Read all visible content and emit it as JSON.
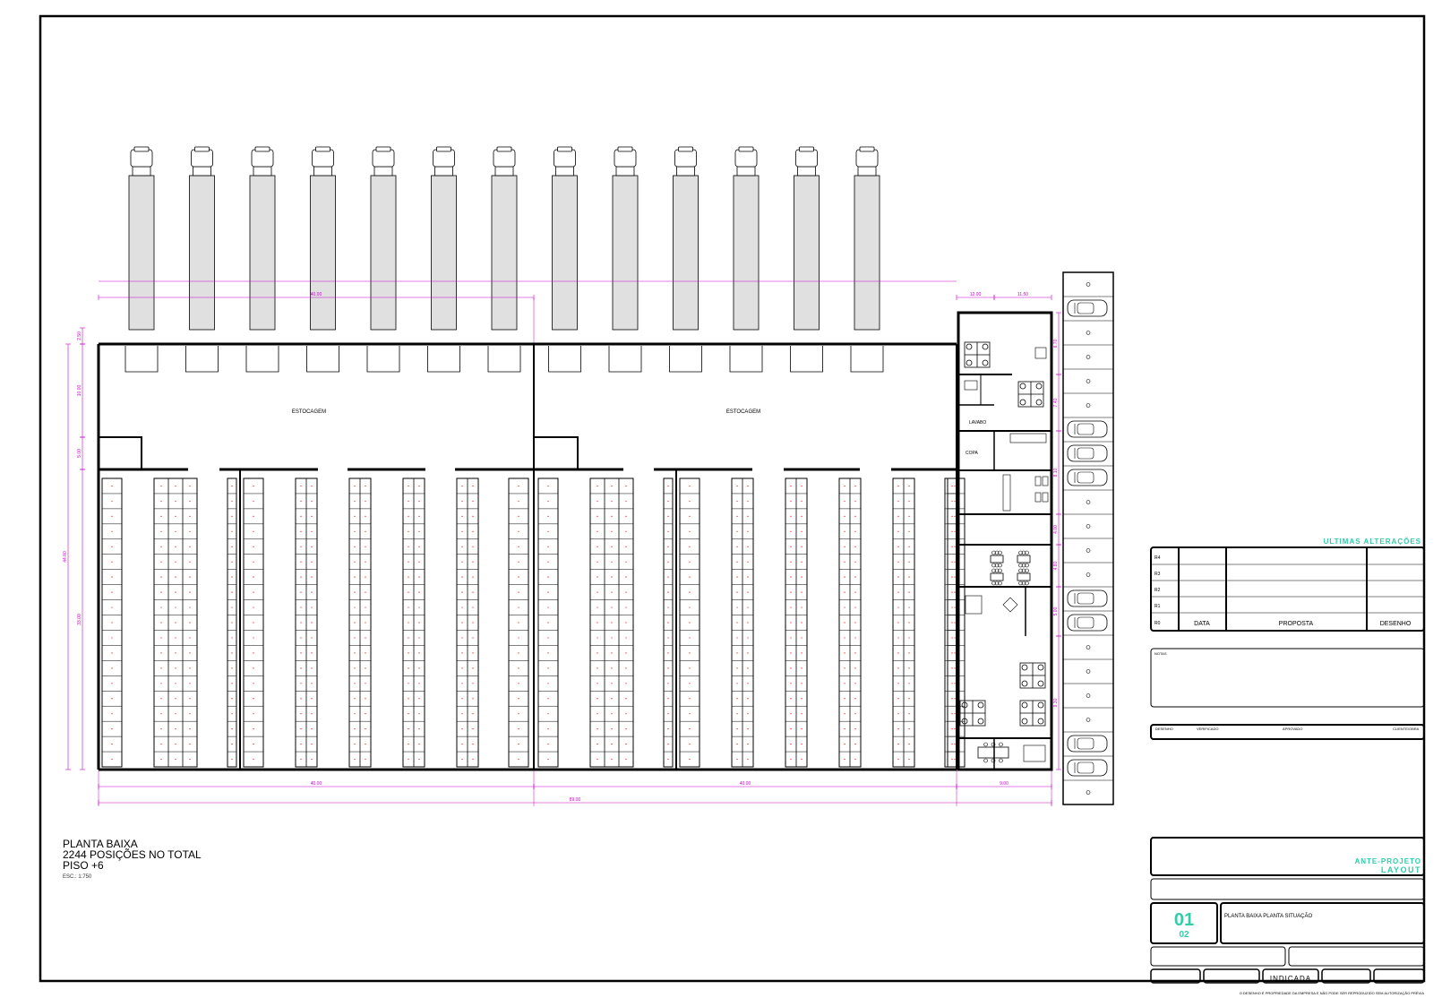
{
  "drawing": {
    "area_label": "ESTOCAGEM",
    "room_labels": {
      "lavabo": "LAVABO",
      "copa": "COPA"
    },
    "dimensions": {
      "top_a": "40.00",
      "top_b": "12.00",
      "top_c": "11.50",
      "left_a": "2.50",
      "left_b": "10.00",
      "left_c": "5.00",
      "left_d": "33.00",
      "left_total": "44.00",
      "right_a": "6.70",
      "right_b": "7.40",
      "right_c": "8.10",
      "right_d": "4.00",
      "right_e": "4.80",
      "right_f": "5.00",
      "right_g": "9.30",
      "bottom_a": "40.00",
      "bottom_b": "40.00",
      "bottom_c": "9.00",
      "bottom_total": "89.00"
    },
    "dock_count": 13,
    "parking_cars_visible": 8
  },
  "caption": {
    "title": "PLANTA BAIXA",
    "line2": "2244 POSIÇÕES NO TOTAL",
    "line3": "PISO +6",
    "scale": "ESC.: 1:750"
  },
  "title_block": {
    "revisions_heading": "ULTIMAS ALTERAÇÕES",
    "rev_rows": [
      "R4",
      "R3",
      "R2",
      "R1",
      "R0"
    ],
    "rev_cols": {
      "date": "DATA",
      "purpose": "PROPOSTA",
      "drawn": "DESENHO"
    },
    "notes_label": "NOTAS",
    "info_labels": [
      "DESENHO",
      "VERIFICADO",
      "APROVADO",
      "CLIENTE/OBRA"
    ],
    "project_type": "ANTE-PROJETO",
    "project_sub": "LAYOUT",
    "sheet_number": "01",
    "sheet_total": "02",
    "sheet_title": "PLANTA BAIXA PLANTA SITUAÇÃO",
    "scale_value": "INDICADA",
    "footer_note": "O DESENHO É PROPRIEDADE DA EMPRESA E NÃO PODE SER REPRODUZIDO SEM AUTORIZAÇÃO PRÉVIA"
  },
  "colors": {
    "lines": "#000000",
    "dimensions": "#cc00cc",
    "truck_fill": "#e0e0e0",
    "rack_marks": "#ff0000",
    "accent_text": "#33ccaa"
  }
}
